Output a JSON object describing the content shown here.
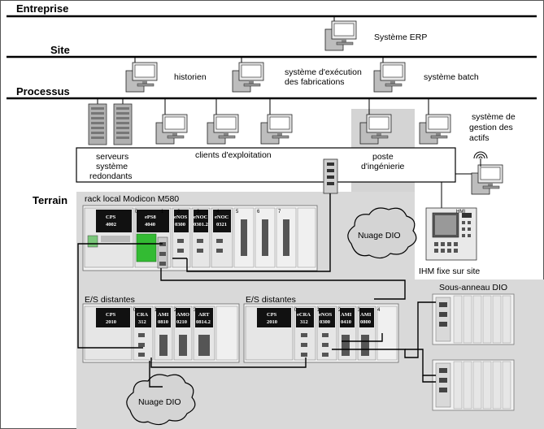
{
  "levels": {
    "enterprise": "Entreprise",
    "site": "Site",
    "process": "Processus",
    "field": "Terrain"
  },
  "labels": {
    "erp": "Système ERP",
    "historian": "historien",
    "mes_line1": "système d'exécution",
    "mes_line2": "des fabrications",
    "batch": "système batch",
    "asset_line1": "système de",
    "asset_line2": "gestion des",
    "asset_line3": "actifs",
    "servers_line1": "serveurs",
    "servers_line2": "système",
    "servers_line3": "redondants",
    "op_clients": "clients d'exploitation",
    "eng_line1": "poste",
    "eng_line2": "d'ingénierie",
    "local_rack": "rack local Modicon M580",
    "cloud_top": "Nuage DIO",
    "cloud_bottom": "Nuage DIO",
    "hmi": "IHM fixe sur site",
    "hmi_screen": "HMI",
    "remote_io_1": "E/S distantes",
    "remote_io_2": "E/S distantes",
    "subring": "Sous-anneau DIO"
  },
  "local_rack_modules": [
    {
      "l1": "CPS",
      "l2": "4002"
    },
    {
      "l1": "ePS8",
      "l2": "4040"
    },
    {
      "l1": "eNOS",
      "l2": "0300"
    },
    {
      "l1": "eNOC",
      "l2": "0301.2"
    },
    {
      "l1": "eNOC",
      "l2": "0321"
    }
  ],
  "local_rack_slots": [
    "0",
    "1",
    "2",
    "3",
    "4",
    "5",
    "6",
    "7"
  ],
  "remote1_modules": [
    {
      "l1": "CPS",
      "l2": "2010"
    },
    {
      "l1": "CRA",
      "l2": "312"
    },
    {
      "l1": "AMI",
      "l2": "0810"
    },
    {
      "l1": "AMO",
      "l2": "0210"
    },
    {
      "l1": "ART",
      "l2": "0814.2"
    }
  ],
  "remote2_modules": [
    {
      "l1": "CPS",
      "l2": "2010"
    },
    {
      "l1": "eCRA",
      "l2": "312"
    },
    {
      "l1": "eNOS",
      "l2": "0300"
    },
    {
      "l1": "AMI",
      "l2": "0410"
    },
    {
      "l1": "AMI",
      "l2": "0800"
    }
  ],
  "remote_slots": [
    "0",
    "1",
    "2",
    "3",
    "4"
  ]
}
